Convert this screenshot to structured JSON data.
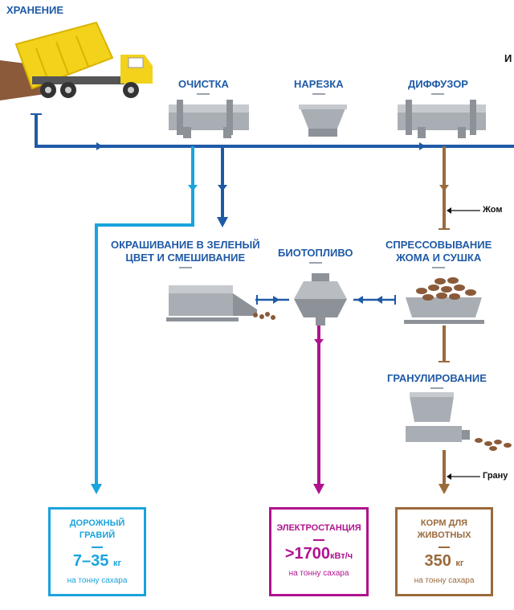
{
  "labels": {
    "storage": "ХРАНЕНИЕ",
    "cleaning": "ОЧИСТКА",
    "slicing": "НАРЕЗКА",
    "diffuser": "ДИФФУЗОР",
    "coloring_line1": "ОКРАШИВАНИЕ В ЗЕЛЕНЫЙ",
    "coloring_line2": "ЦВЕТ И СМЕШИВАНИЕ",
    "biofuel": "БИОТОПЛИВО",
    "pressing_line1": "СПРЕССОВЫВАНИЕ",
    "pressing_line2": "ЖОМА И СУШКА",
    "granulation": "ГРАНУЛИРОВАНИЕ"
  },
  "side_labels": {
    "top_right": "И",
    "pulp": "Жом",
    "granules": "Грану"
  },
  "outputs": [
    {
      "title1": "ДОРОЖНЫЙ",
      "title2": "ГРАВИЙ",
      "value": "7–35",
      "unit": "кг",
      "per": "на тонну сахара",
      "color": "#1aa3dd"
    },
    {
      "title1": "ЭЛЕКТРОСТАНЦИЯ",
      "title2": "",
      "value": ">1700",
      "unit": "кВт/ч",
      "per": "на тонну сахара",
      "color": "#b0128f"
    },
    {
      "title1": "КОРМ ДЛЯ",
      "title2": "ЖИВОТНЫХ",
      "value": "350",
      "unit": "кг",
      "per": "на тонну сахара",
      "color": "#9a6a3c"
    }
  ],
  "colors": {
    "main_line": "#1f5aa6",
    "light_blue": "#1aa3dd",
    "magenta": "#b0128f",
    "brown": "#9a6a3c",
    "equipment": "#a9aeb4",
    "truck_yellow": "#f2d21b"
  }
}
